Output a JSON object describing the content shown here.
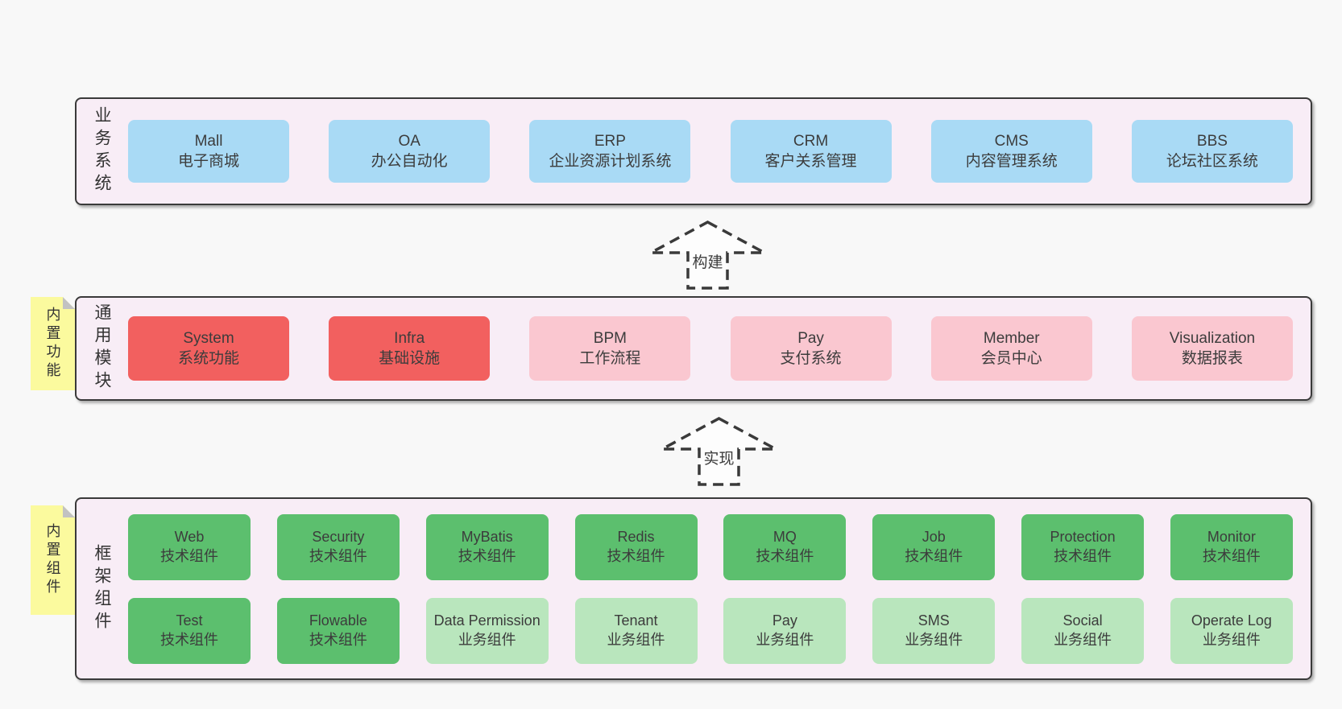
{
  "colors": {
    "page-bg": "#f8f8f8",
    "band-bg": "#f8edf6",
    "band-border": "#3a3a3a",
    "blue": "#a9daf5",
    "red": "#f2605f",
    "pink": "#fac7d0",
    "green": "#5cbf6e",
    "green-light": "#b9e6bd",
    "sticky": "#fbfa9e",
    "sticky-fold": "#c2c2c2",
    "text": "#3c3c3c"
  },
  "arrows": {
    "build": "构建",
    "implement": "实现"
  },
  "bands": {
    "business": {
      "label": "业务系统",
      "boxes": [
        {
          "name": "Mall",
          "desc": "电子商城"
        },
        {
          "name": "OA",
          "desc": "办公自动化"
        },
        {
          "name": "ERP",
          "desc": "企业资源计划系统"
        },
        {
          "name": "CRM",
          "desc": "客户关系管理"
        },
        {
          "name": "CMS",
          "desc": "内容管理系统"
        },
        {
          "name": "BBS",
          "desc": "论坛社区系统"
        }
      ]
    },
    "modules": {
      "label": "通用模块",
      "sticky": "内置功能",
      "boxes": [
        {
          "name": "System",
          "desc": "系统功能"
        },
        {
          "name": "Infra",
          "desc": "基础设施"
        },
        {
          "name": "BPM",
          "desc": "工作流程"
        },
        {
          "name": "Pay",
          "desc": "支付系统"
        },
        {
          "name": "Member",
          "desc": "会员中心"
        },
        {
          "name": "Visualization",
          "desc": "数据报表"
        }
      ]
    },
    "framework": {
      "label": "框架组件",
      "sticky": "内置组件",
      "row1": [
        {
          "name": "Web",
          "desc": "技术组件"
        },
        {
          "name": "Security",
          "desc": "技术组件"
        },
        {
          "name": "MyBatis",
          "desc": "技术组件"
        },
        {
          "name": "Redis",
          "desc": "技术组件"
        },
        {
          "name": "MQ",
          "desc": "技术组件"
        },
        {
          "name": "Job",
          "desc": "技术组件"
        },
        {
          "name": "Protection",
          "desc": "技术组件"
        },
        {
          "name": "Monitor",
          "desc": "技术组件"
        }
      ],
      "row2": [
        {
          "name": "Test",
          "desc": "技术组件"
        },
        {
          "name": "Flowable",
          "desc": "技术组件"
        },
        {
          "name": "Data Permission",
          "desc": "业务组件"
        },
        {
          "name": "Tenant",
          "desc": "业务组件"
        },
        {
          "name": "Pay",
          "desc": "业务组件"
        },
        {
          "name": "SMS",
          "desc": "业务组件"
        },
        {
          "name": "Social",
          "desc": "业务组件"
        },
        {
          "name": "Operate Log",
          "desc": "业务组件"
        }
      ]
    }
  }
}
